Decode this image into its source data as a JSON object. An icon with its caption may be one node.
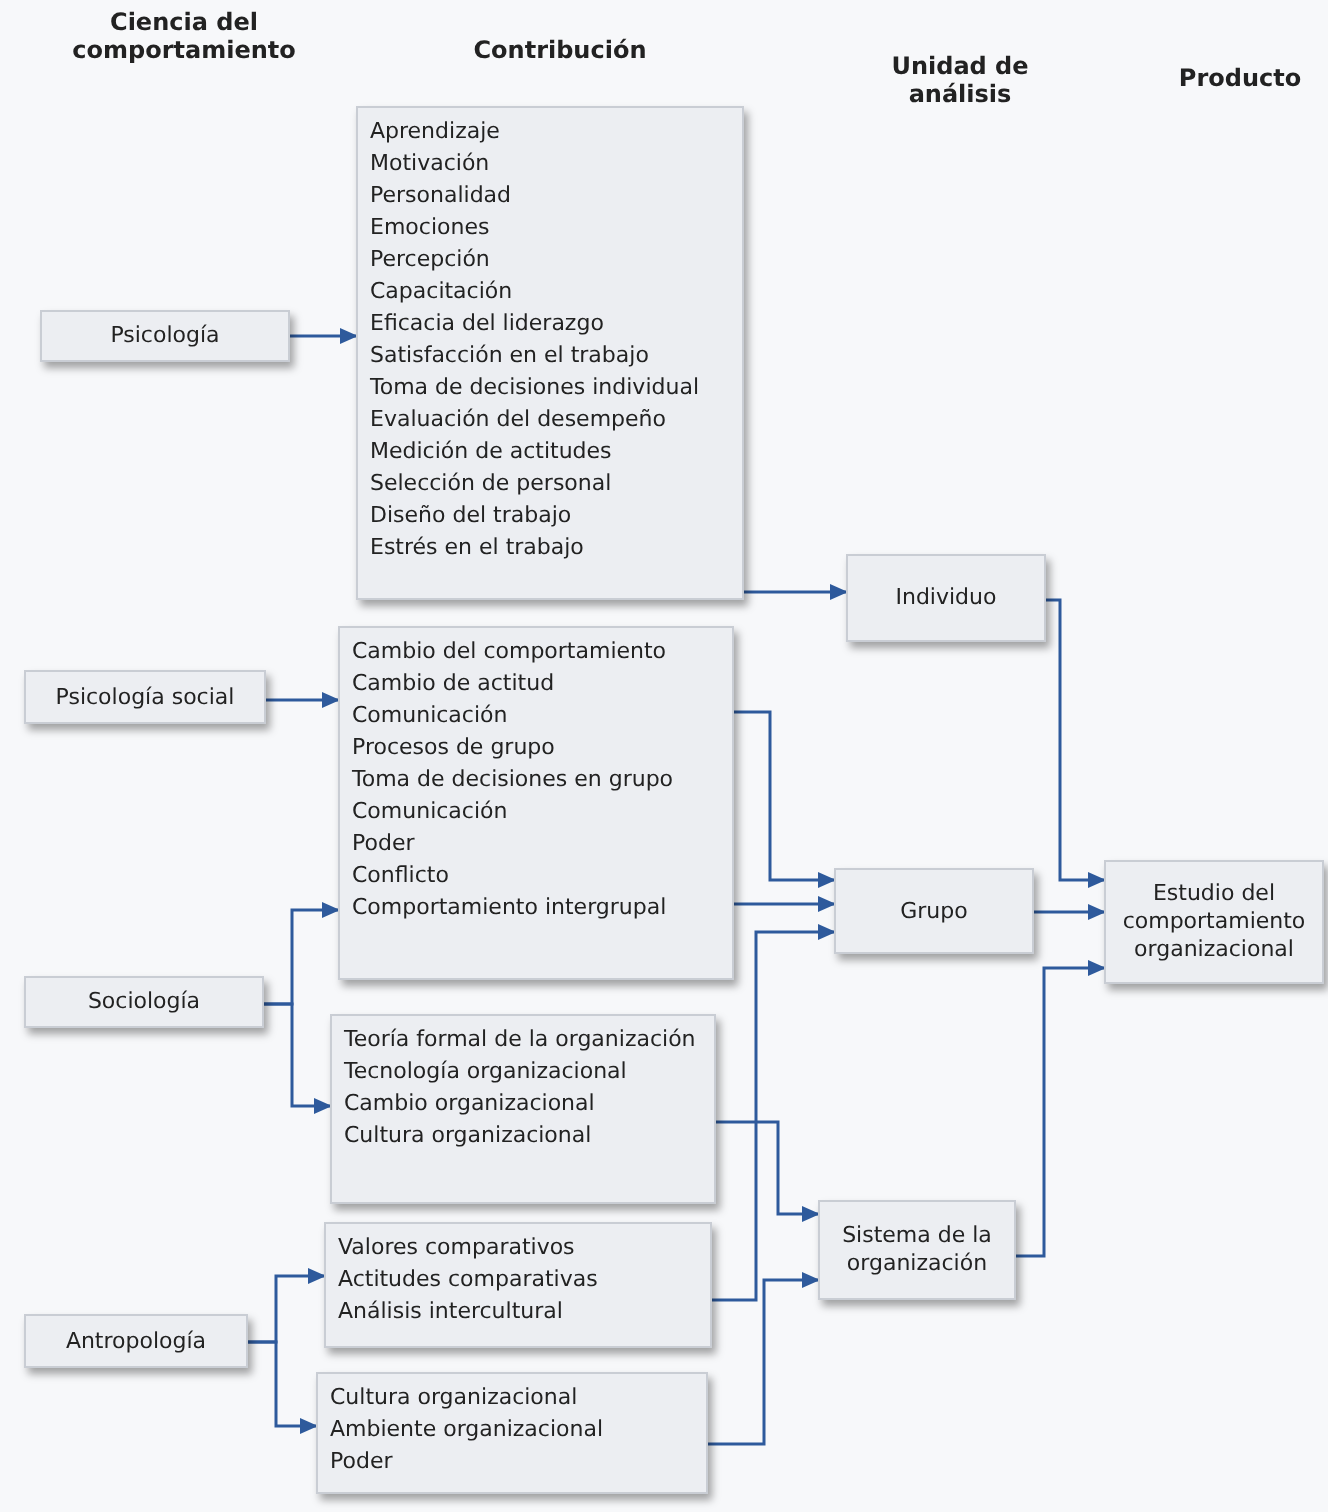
{
  "diagram": {
    "nodes": [
      {
        "text": [
          "Psicología"
        ]
      },
      {
        "text": [
          "Aprendizaje",
          "Motivación",
          "Personalidad",
          "Emociones",
          "Percepción",
          "Capacitación",
          "Eficacia del liderazgo",
          "Satisfacción en el trabajo",
          "Toma de decisiones individual",
          "Evaluación del desempeño",
          "Medición de actitudes",
          "Selección de personal",
          "Diseño del trabajo",
          "Estrés en el trabajo"
        ]
      },
      {
        "text": [
          "Psicología social"
        ]
      },
      {
        "text": [
          "Cambio del comportamiento",
          "Cambio de actitud",
          "Comunicación",
          "Procesos de grupo",
          "Toma de decisiones en grupo",
          "Comunicación",
          "Poder",
          "Conflicto",
          "Comportamiento intergrupal"
        ]
      },
      {
        "text": [
          "Sociología"
        ]
      },
      {
        "text": [
          "Teoría formal de la organización",
          "Tecnología organizacional",
          "Cambio organizacional",
          "Cultura organizacional"
        ]
      },
      {
        "text": [
          "Antropología"
        ]
      },
      {
        "text": [
          "Valores comparativos",
          "Actitudes comparativas",
          "Análisis intercultural"
        ]
      },
      {
        "text": [
          "Cultura organizacional",
          "Ambiente organizacional",
          "Poder"
        ]
      },
      {
        "text": [
          "Individuo"
        ]
      },
      {
        "text": [
          "Grupo"
        ]
      },
      {
        "text": [
          "Sistema de la organización"
        ]
      },
      {
        "text": [
          "Estudio del comportamiento organizacional"
        ]
      }
    ],
    "edges": [
      {
        "from": 0,
        "to": 1,
        "arrow": "to"
      },
      {
        "from": 1,
        "to": 9,
        "arrow": "to"
      },
      {
        "from": 2,
        "to": 3,
        "arrow": "to"
      },
      {
        "from": 3,
        "to": 10,
        "arrow": "to"
      },
      {
        "from": 3,
        "to": 10,
        "arrow": "to"
      },
      {
        "from": 4,
        "to": 3,
        "arrow": "to"
      },
      {
        "from": 4,
        "to": 5,
        "arrow": "to"
      },
      {
        "from": 5,
        "to": 11,
        "arrow": "to"
      },
      {
        "from": 6,
        "to": 7,
        "arrow": "to"
      },
      {
        "from": 6,
        "to": 8,
        "arrow": "to"
      },
      {
        "from": 7,
        "to": 10,
        "arrow": "to"
      },
      {
        "from": 8,
        "to": 11,
        "arrow": "to"
      },
      {
        "from": 9,
        "to": 12,
        "arrow": "to"
      },
      {
        "from": 10,
        "to": 12,
        "arrow": "to"
      },
      {
        "from": 11,
        "to": 12,
        "arrow": "to"
      }
    ],
    "labels": [
      "Ciencia del comportamiento",
      "Contribución",
      "Unidad de análisis",
      "Producto"
    ]
  }
}
